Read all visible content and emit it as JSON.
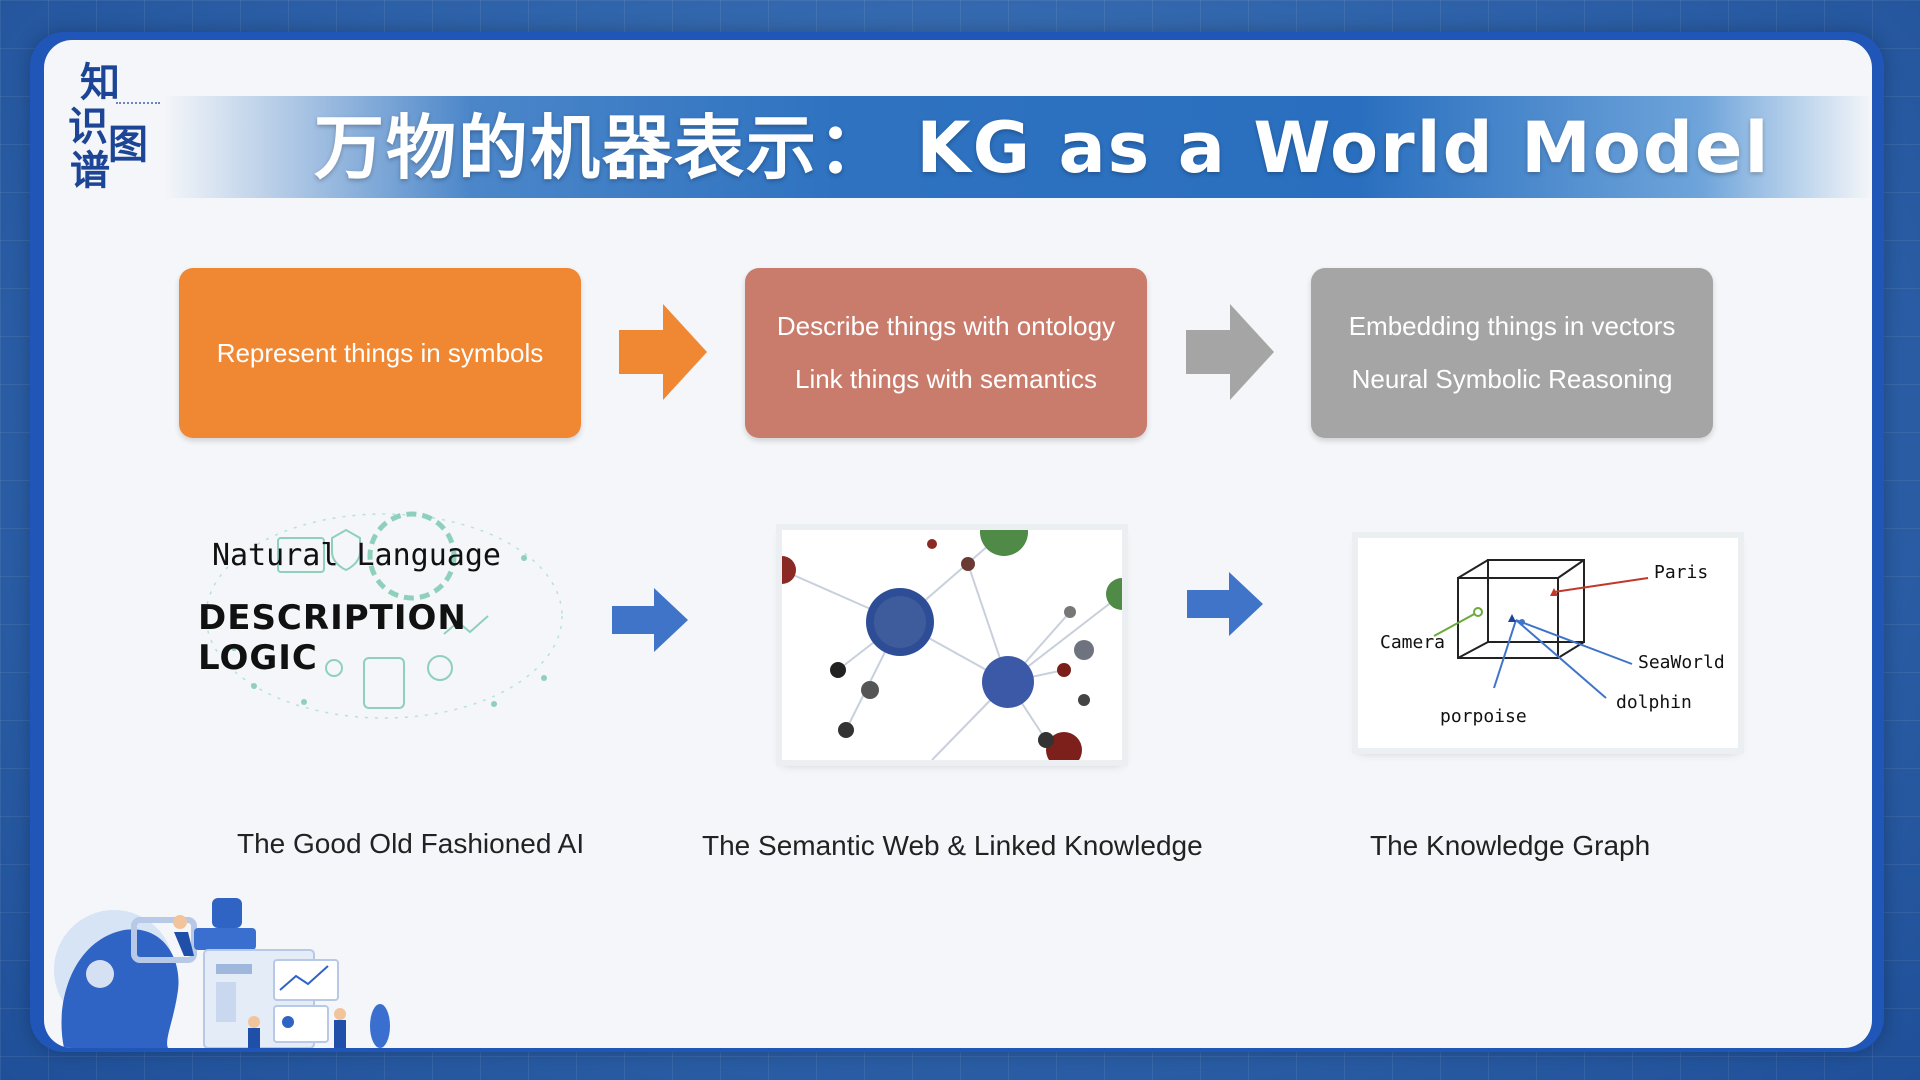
{
  "logo": {
    "chars": [
      "知",
      "识",
      "图",
      "谱"
    ]
  },
  "title": "万物的机器表示： KG as a World Model",
  "steps": [
    {
      "lines": [
        "Represent things in symbols"
      ],
      "color": "#ef8733"
    },
    {
      "lines": [
        "Describe things with ontology",
        "Link things with semantics"
      ],
      "color": "#c97c6c"
    },
    {
      "lines": [
        "Embedding things in vectors",
        "Neural Symbolic Reasoning"
      ],
      "color": "#a5a5a5"
    }
  ],
  "gofai": {
    "line1": "Natural Language",
    "line2": "DESCRIPTION LOGIC"
  },
  "kg_diagram": {
    "labels": [
      "Paris",
      "Camera",
      "SeaWorld",
      "dolphin",
      "porpoise"
    ]
  },
  "captions": [
    "The Good Old Fashioned AI",
    "The Semantic Web & Linked Knowledge",
    "The Knowledge Graph"
  ],
  "colors": {
    "accent_blue": "#3f74c9",
    "orange": "#ef8733",
    "grey": "#a5a5a5",
    "title_band": "#2e72c0"
  }
}
